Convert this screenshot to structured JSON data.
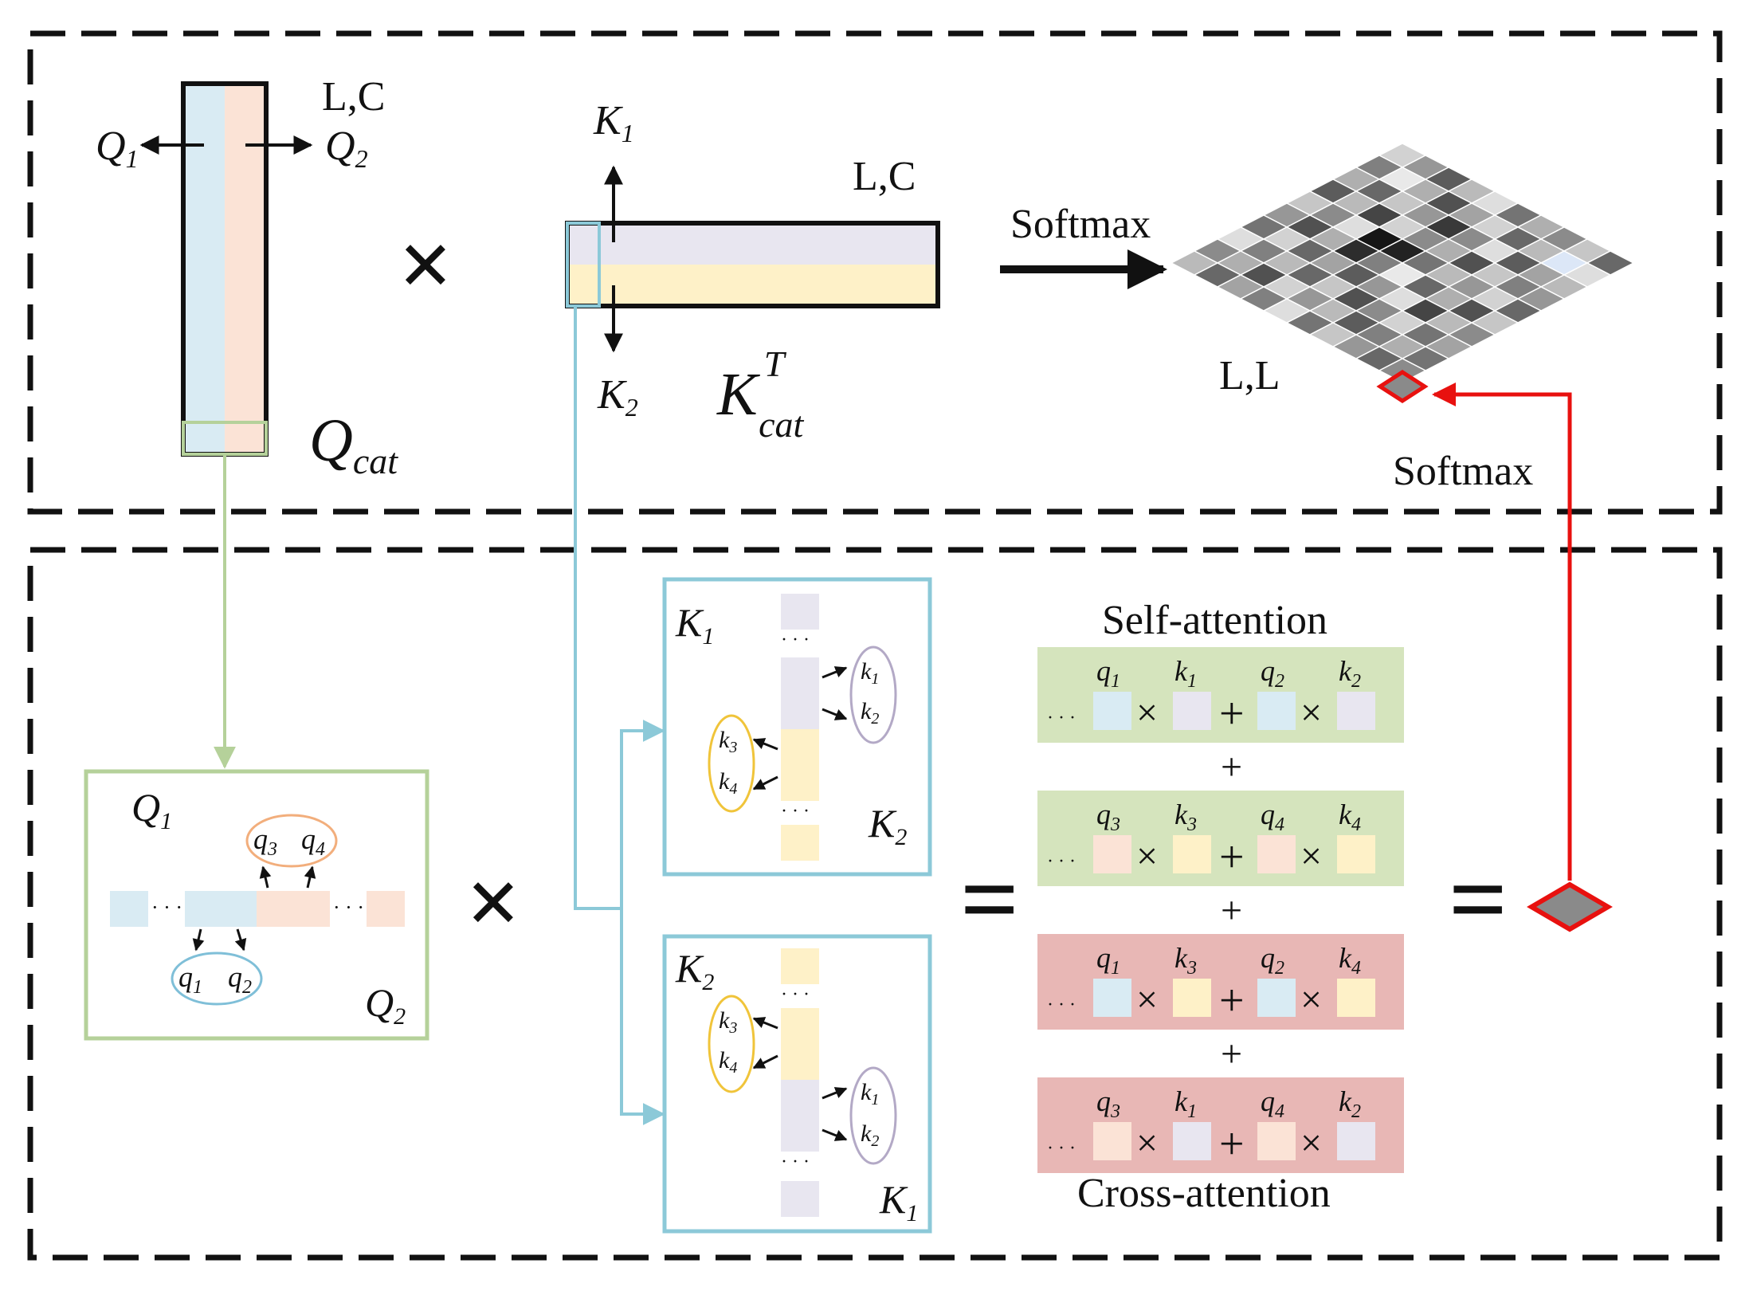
{
  "top": {
    "q_dims": "L,C",
    "q_left": {
      "base": "Q",
      "sub": "1"
    },
    "q_right": {
      "base": "Q",
      "sub": "2"
    },
    "q_cat": {
      "base": "Q",
      "sub": "cat"
    },
    "times_symbol": "×",
    "k_up": {
      "base": "K",
      "sub": "1"
    },
    "k_down": {
      "base": "K",
      "sub": "2"
    },
    "k_dims": "L,C",
    "k_cat": {
      "base": "K",
      "sub": "cat",
      "sup": "T"
    },
    "softmax_label": "Softmax",
    "attn_dims": "L,L",
    "softmax_label_2": "Softmax"
  },
  "bottom": {
    "q_box": {
      "label_top": {
        "base": "Q",
        "sub": "1"
      },
      "label_bottom": {
        "base": "Q",
        "sub": "2"
      },
      "upper_pair": [
        {
          "base": "q",
          "sub": "3"
        },
        {
          "base": "q",
          "sub": "4"
        }
      ],
      "lower_pair": [
        {
          "base": "q",
          "sub": "1"
        },
        {
          "base": "q",
          "sub": "2"
        }
      ],
      "ellipsis": "· · ·"
    },
    "times_symbol": "×",
    "k_box_1": {
      "label_top": {
        "base": "K",
        "sub": "1"
      },
      "label_bottom": {
        "base": "K",
        "sub": "2"
      },
      "right_pair": [
        {
          "base": "k",
          "sub": "1"
        },
        {
          "base": "k",
          "sub": "2"
        }
      ],
      "left_pair": [
        {
          "base": "k",
          "sub": "3"
        },
        {
          "base": "k",
          "sub": "4"
        }
      ],
      "ellipsis": "· · ·"
    },
    "k_box_2": {
      "label_top": {
        "base": "K",
        "sub": "2"
      },
      "label_bottom": {
        "base": "K",
        "sub": "1"
      },
      "left_pair": [
        {
          "base": "k",
          "sub": "3"
        },
        {
          "base": "k",
          "sub": "4"
        }
      ],
      "right_pair": [
        {
          "base": "k",
          "sub": "1"
        },
        {
          "base": "k",
          "sub": "2"
        }
      ],
      "ellipsis": "· · ·"
    },
    "equals_symbol": "=",
    "self_attention_title": "Self-attention",
    "cross_attention_title": "Cross-attention",
    "plus_symbol": "+",
    "rows": [
      {
        "kind": "self",
        "terms": [
          {
            "q": "1",
            "k": "1"
          },
          {
            "q": "2",
            "k": "2"
          }
        ]
      },
      {
        "kind": "self",
        "terms": [
          {
            "q": "3",
            "k": "3"
          },
          {
            "q": "4",
            "k": "4"
          }
        ]
      },
      {
        "kind": "cross",
        "terms": [
          {
            "q": "1",
            "k": "3"
          },
          {
            "q": "2",
            "k": "4"
          }
        ]
      },
      {
        "kind": "cross",
        "terms": [
          {
            "q": "3",
            "k": "1"
          },
          {
            "q": "4",
            "k": "2"
          }
        ]
      }
    ],
    "row_prefix": "· · ·"
  },
  "colors": {
    "blue_light": "#d9ebf3",
    "peach_light": "#fbe3d6",
    "lavender_light": "#e8e6f0",
    "yellow_light": "#fef1c8",
    "green_box": "#b5d19a",
    "teal_box": "#8cc9d8",
    "green_row": "#d5e4bd",
    "red_row": "#e8b7b5",
    "red_arrow": "#e8110f",
    "ellipse_orange": "#f2ae7c",
    "ellipse_blue": "#7fbfd8",
    "ellipse_yellow": "#f0c43a",
    "ellipse_purple": "#b3a9c6",
    "attn_highlight": "#dce7f7"
  },
  "heatmap_gray_levels": [
    [
      0.85,
      0.6,
      0.35,
      0.75,
      0.9,
      0.45,
      0.7,
      0.55,
      0.8,
      0.4
    ],
    [
      0.5,
      0.95,
      0.7,
      0.3,
      0.65,
      0.85,
      0.4,
      0.75,
      0.25,
      0.9
    ],
    [
      0.7,
      0.4,
      0.8,
      0.6,
      0.2,
      0.55,
      0.9,
      0.35,
      0.65,
      0.75
    ],
    [
      0.35,
      0.75,
      0.25,
      0.85,
      0.55,
      0.7,
      0.3,
      0.8,
      0.5,
      0.6
    ],
    [
      0.8,
      0.55,
      0.9,
      0.05,
      0.1,
      0.45,
      0.75,
      0.6,
      0.85,
      0.4
    ],
    [
      0.6,
      0.3,
      0.7,
      0.15,
      0.5,
      0.95,
      0.4,
      0.7,
      0.3,
      0.8
    ],
    [
      0.45,
      0.85,
      0.4,
      0.65,
      0.35,
      0.6,
      0.9,
      0.25,
      0.75,
      0.55
    ],
    [
      0.9,
      0.5,
      0.75,
      0.4,
      0.8,
      0.3,
      0.55,
      0.85,
      0.45,
      0.65
    ],
    [
      0.55,
      0.7,
      0.3,
      0.85,
      0.6,
      0.75,
      0.35,
      0.5,
      0.7,
      0.45
    ],
    [
      0.75,
      0.4,
      0.65,
      0.5,
      0.9,
      0.45,
      0.8,
      0.6,
      0.4,
      0.55
    ]
  ]
}
